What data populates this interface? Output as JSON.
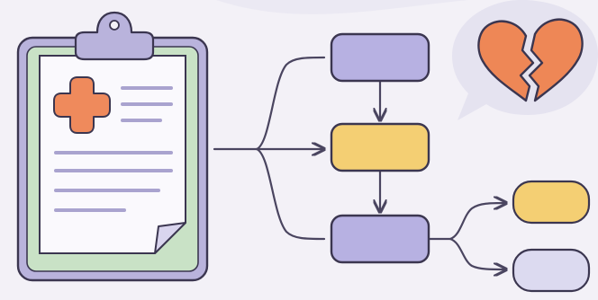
{
  "colors": {
    "background": "#f3f1f7",
    "outline": "#3b3650",
    "connector": "#4a4560",
    "clipboard_board": "#b9b3dc",
    "clipboard_rim": "#c9e2c6",
    "paper": "#faf9fd",
    "paper_line": "#a9a3cf",
    "medical_cross": "#ef8a5c",
    "node_purple": "#b7b1e2",
    "node_yellow": "#f4cf73",
    "node_lavender": "#dcdaf0",
    "speech_bubble": "#e5e3f0",
    "heart_fill": "#ee8756"
  },
  "icons": {
    "clipboard": "medical-clipboard-icon",
    "cross": "medical-cross-icon",
    "heart": "broken-heart-icon"
  },
  "diagram": {
    "type": "flowchart",
    "nodes": [
      {
        "id": "source",
        "shape": "clipboard",
        "label": ""
      },
      {
        "id": "node-1",
        "shape": "rounded-rect",
        "fill": "purple",
        "label": ""
      },
      {
        "id": "node-2",
        "shape": "rounded-rect",
        "fill": "yellow",
        "label": ""
      },
      {
        "id": "node-3",
        "shape": "rounded-rect",
        "fill": "purple",
        "label": ""
      },
      {
        "id": "outcome-1",
        "shape": "pill",
        "fill": "yellow",
        "label": ""
      },
      {
        "id": "outcome-2",
        "shape": "pill",
        "fill": "lavender",
        "label": ""
      }
    ],
    "edges": [
      {
        "from": "source",
        "to": "node-1",
        "arrow": false
      },
      {
        "from": "source",
        "to": "node-2",
        "arrow": true
      },
      {
        "from": "source",
        "to": "node-3",
        "arrow": false
      },
      {
        "from": "node-1",
        "to": "node-2",
        "arrow": true
      },
      {
        "from": "node-2",
        "to": "node-3",
        "arrow": true
      },
      {
        "from": "node-3",
        "to": "outcome-1",
        "arrow": true
      },
      {
        "from": "node-3",
        "to": "outcome-2",
        "arrow": true
      }
    ],
    "callout": {
      "attached_to": "node-1",
      "icon": "broken-heart-icon"
    }
  }
}
